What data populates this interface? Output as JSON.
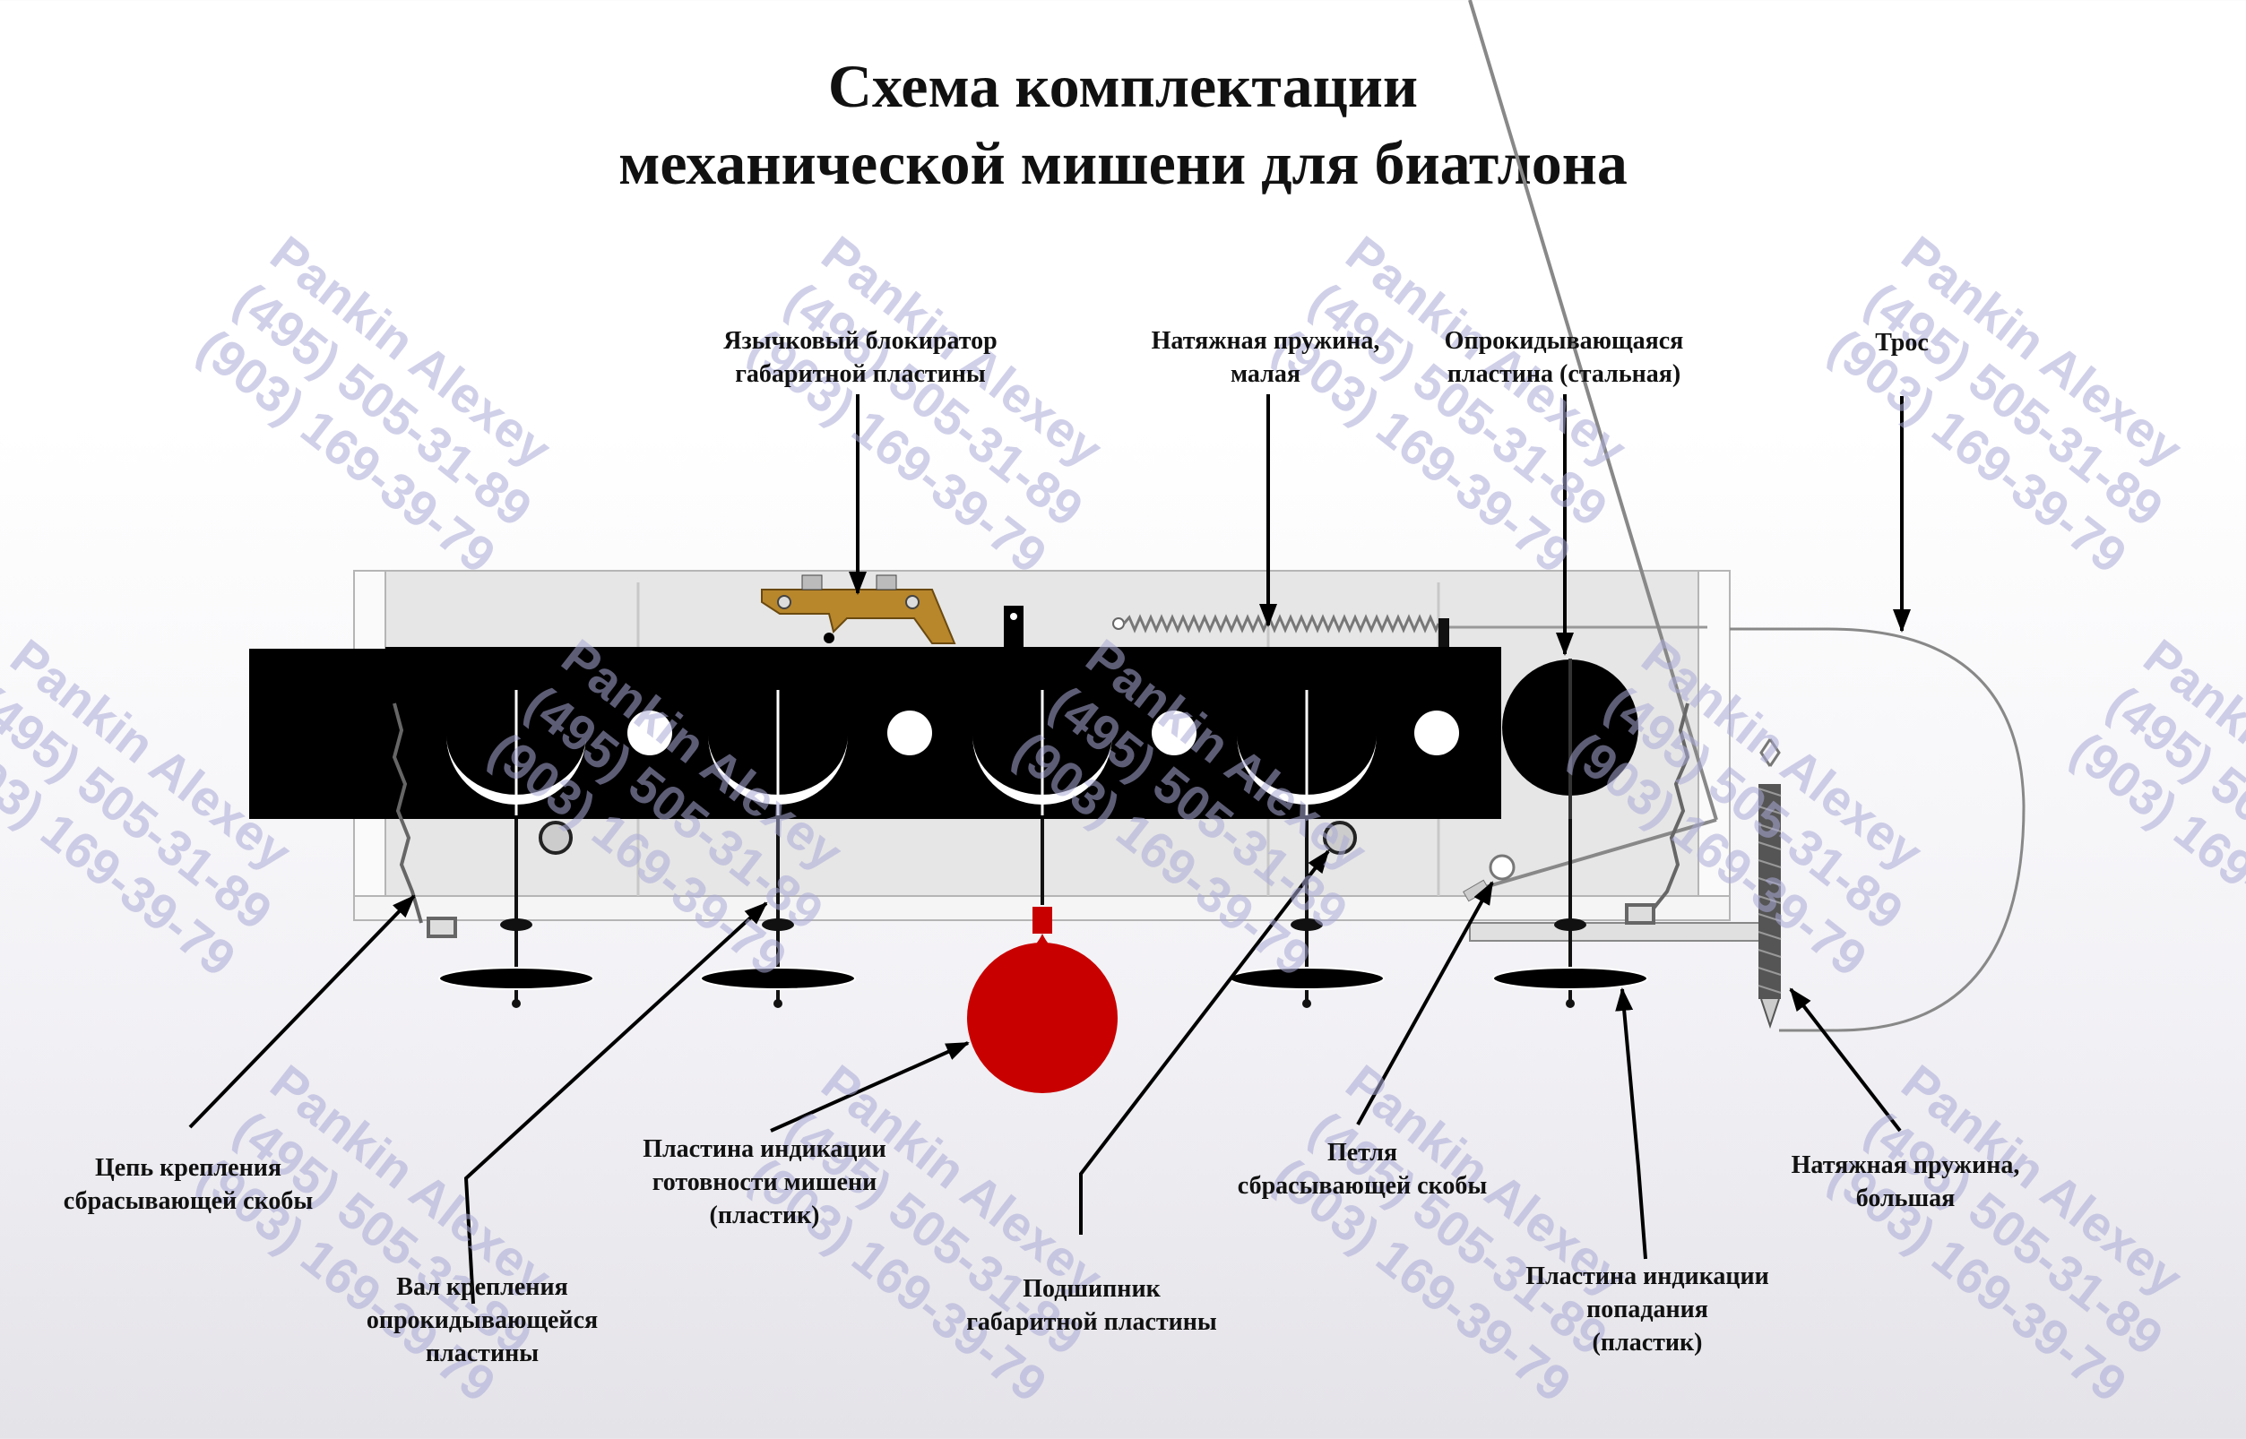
{
  "title": {
    "line1": "Схема комплектации",
    "line2": "механической мишени для биатлона"
  },
  "labels": {
    "reed_lock": [
      "Язычковый блокиратор",
      "габаритной пластины"
    ],
    "spring_small": [
      "Натяжная пружина,",
      "малая"
    ],
    "tipping_plate": [
      "Опрокидывающаяся",
      "пластина (стальная)"
    ],
    "cable": [
      "Трос"
    ],
    "chain": [
      "Цепь крепления",
      "сбрасывающей скобы"
    ],
    "shaft": [
      "Вал крепления",
      "опрокидывающейся",
      "пластины"
    ],
    "ready_plate": [
      "Пластина индикации",
      "готовности мишени",
      "(пластик)"
    ],
    "bearing": [
      "Подшипник",
      "габаритной пластины"
    ],
    "loop": [
      "Петля",
      "сбрасывающей скобы"
    ],
    "hit_plate": [
      "Пластина индикации",
      "попадания",
      "(пластик)"
    ],
    "spring_large": [
      "Натяжная пружина,",
      "большая"
    ]
  },
  "watermark": {
    "line1": "Pankin Alexey",
    "line2": "(495) 505-31-89",
    "line3": "(903) 169-39-79"
  },
  "colors": {
    "frame": "#ececec",
    "panel": "#000000",
    "bracket": "#b8862b",
    "ready_indicator": "#c80000",
    "watermark": "#aaaad7"
  }
}
